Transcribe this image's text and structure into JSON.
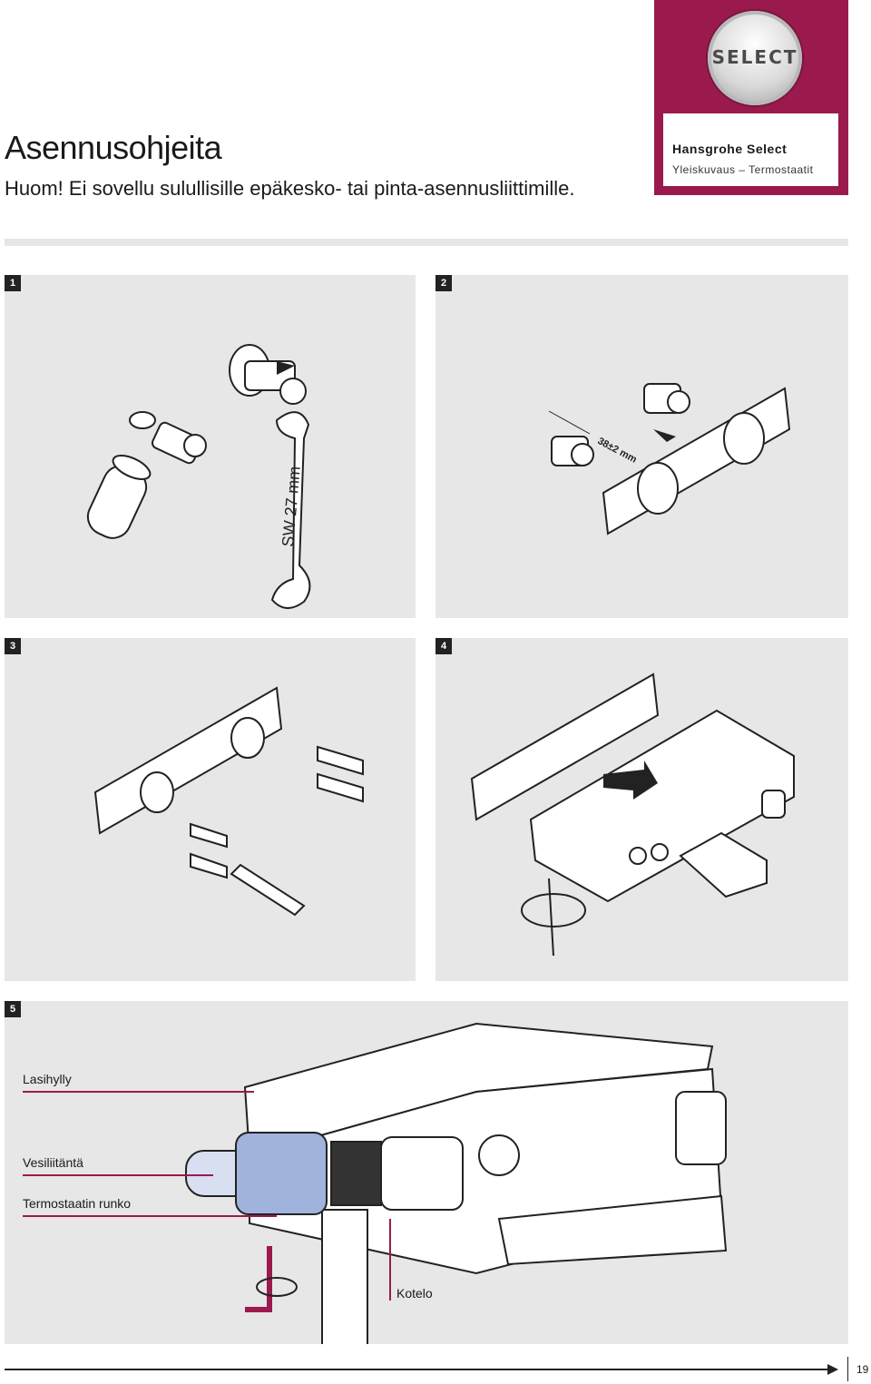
{
  "header": {
    "title": "Asennusohjeita",
    "subtitle": "Huom! Ei sovellu sulullisille epäkesko- tai pinta-asennusliittimille."
  },
  "brand": {
    "badge": "SELECT",
    "name": "Hansgrohe Select",
    "category": "Yleiskuvaus – Termostaatit",
    "color": "#9a1a4e"
  },
  "steps": [
    {
      "number": "1",
      "annotation": "SW 27 mm"
    },
    {
      "number": "2",
      "annotation": "38±2 mm"
    },
    {
      "number": "3"
    },
    {
      "number": "4"
    },
    {
      "number": "5"
    }
  ],
  "callouts": {
    "glass_shelf": "Lasihylly",
    "water_connection": "Vesiliitäntä",
    "thermostat_body": "Termostaatin runko",
    "housing": "Kotelo",
    "line_color": "#9a1a4e"
  },
  "footer": {
    "page": "19"
  }
}
